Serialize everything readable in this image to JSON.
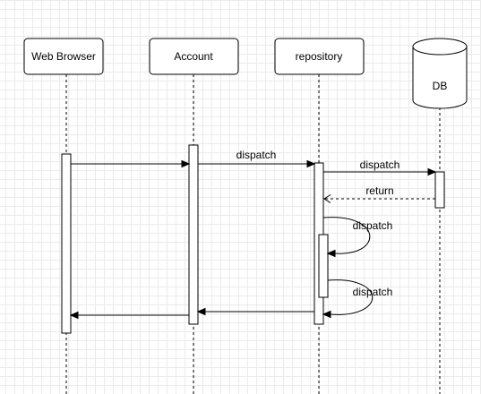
{
  "participants": {
    "web_browser": "Web Browser",
    "account": "Account",
    "repository": "repository",
    "db": "DB"
  },
  "messages": {
    "account_to_repository": "dispatch",
    "repository_to_db": "dispatch",
    "db_return": "return",
    "self_call_1": "dispatch",
    "self_call_2": "dispatch"
  }
}
